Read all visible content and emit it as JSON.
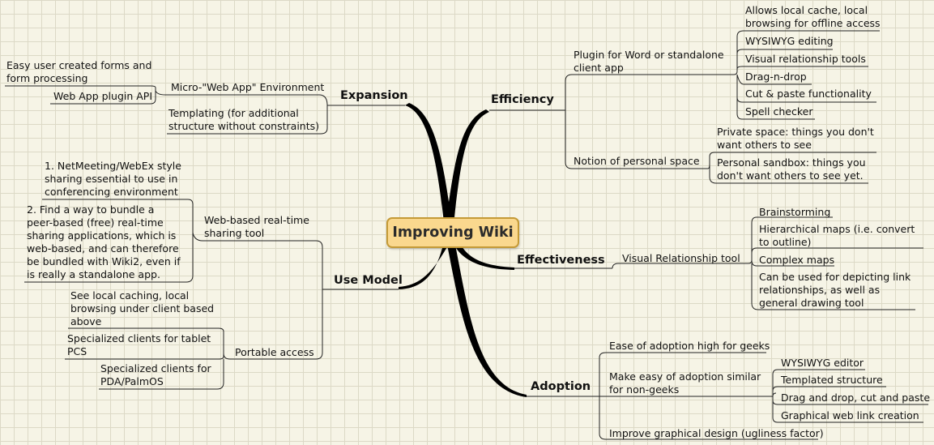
{
  "central": "Improving Wiki",
  "colors": {
    "background": "#f6f4e6",
    "central_fill": "#fad88e",
    "central_border": "#c49a37",
    "line": "#000000"
  },
  "branches": {
    "expansion": {
      "label": "Expansion",
      "items": {
        "micro_env": {
          "label": "Micro-\"Web App\" Environment",
          "children": {
            "forms": [
              "Easy user created forms and",
              "form processing"
            ],
            "plugin_api": "Web App plugin API"
          }
        },
        "templating": [
          "Templating (for additional",
          "structure without constraints)"
        ]
      }
    },
    "use_model": {
      "label": "Use Model",
      "items": {
        "web_sharing": {
          "label": [
            "Web-based real-time",
            "sharing tool"
          ],
          "children": {
            "netmeeting": [
              "1. NetMeeting/WebEx style",
              "sharing essential to use in",
              "conferencing environment"
            ],
            "bundle": [
              "2. Find a way to bundle a",
              "peer-based (free) real-time",
              "sharing applications, which is",
              "web-based, and can therefore",
              "be bundled with Wiki2, even if",
              "is really a standalone app."
            ]
          }
        },
        "portable": {
          "label": "Portable access",
          "children": {
            "local_caching": [
              "See local caching, local",
              "browsing under client based",
              "above"
            ],
            "tablet": [
              "Specialized clients for tablet",
              "PCS"
            ],
            "pda": [
              "Specialized clients for",
              "PDA/PalmOS"
            ]
          }
        }
      }
    },
    "efficiency": {
      "label": "Efficiency",
      "items": {
        "plugin_word": {
          "label": [
            "Plugin for Word or standalone",
            "client app"
          ],
          "children": {
            "local_cache": [
              "Allows local cache, local",
              "browsing for offline access"
            ],
            "wysiwyg": "WYSIWYG editing",
            "visual_tools": "Visual relationship tools",
            "drag": "Drag-n-drop",
            "cut_paste": "Cut & paste functionality",
            "spell": "Spell checker"
          }
        },
        "personal_space": {
          "label": "Notion of personal space",
          "children": {
            "private": [
              "Private space: things you don't",
              "want others to see"
            ],
            "sandbox": [
              "Personal sandbox: things you",
              "don't want others to see yet."
            ]
          }
        }
      }
    },
    "effectiveness": {
      "label": "Effectiveness",
      "items": {
        "visual_tool": {
          "label": "Visual Relationship tool",
          "children": {
            "brainstorming": "Brainstorming",
            "hierarchical": [
              "Hierarchical maps (i.e. convert",
              "to outline)"
            ],
            "complex": "Complex maps",
            "link_rel": [
              "Can be used for depicting link",
              "relationships, as well as",
              "general drawing tool"
            ]
          }
        }
      }
    },
    "adoption": {
      "label": "Adoption",
      "items": {
        "geeks": "Ease of adoption high for geeks",
        "non_geeks": {
          "label": [
            "Make easy of adoption similar",
            "for non-geeks"
          ],
          "children": {
            "wysiwyg_editor": "WYSIWYG editor",
            "templated": "Templated structure",
            "drag_drop": "Drag and drop, cut and paste",
            "graphical_link": "Graphical web link creation"
          }
        },
        "graphical_design": "Improve graphical design (ugliness factor)"
      }
    }
  }
}
